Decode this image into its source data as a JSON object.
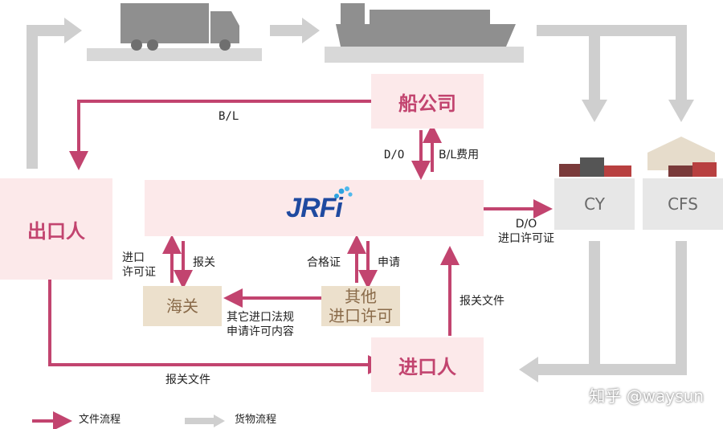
{
  "nodes": {
    "shipping_company": "船公司",
    "exporter": "出口人",
    "importer": "进口人",
    "customs": "海关",
    "other_import_permit": [
      "其他",
      "进口许可"
    ],
    "cy": "CY",
    "cfs": "CFS",
    "jrfi_logo": "JRFi"
  },
  "labels": {
    "bl": "B/L",
    "do": "D/O",
    "bl_fee": "B/L费用",
    "do_permit": [
      "D/O",
      "进口许可证"
    ],
    "import_permit": [
      "进口",
      "许可证"
    ],
    "declare_left": "报关",
    "certificate": "合格证",
    "apply": "申请",
    "other_laws": [
      "其它进口法规",
      "申请许可内容"
    ],
    "declare_docs_importer": "报关文件",
    "declare_docs_bottom": "报关文件"
  },
  "legend": {
    "document_flow": "文件流程",
    "cargo_flow": "货物流程"
  },
  "colors": {
    "document_arrow": "#c2446f",
    "cargo_arrow": "#cfcfcf",
    "pink_box": "#fce9ea",
    "tan_box": "#ece0cc"
  },
  "watermark": "知乎 @waysun"
}
